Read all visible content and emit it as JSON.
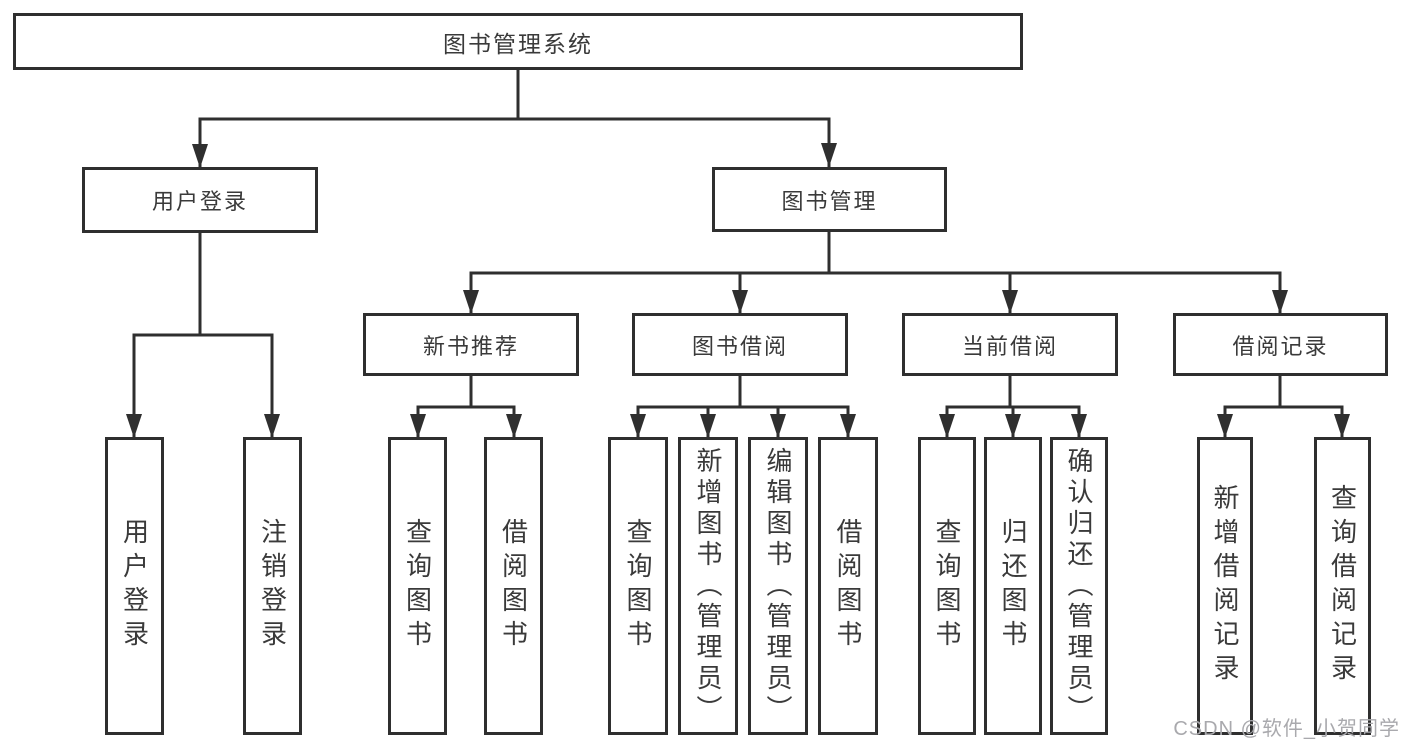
{
  "tree": {
    "root": "图书管理系统",
    "children": [
      {
        "label": "用户登录",
        "children": [
          {
            "label": "用户登录"
          },
          {
            "label": "注销登录"
          }
        ]
      },
      {
        "label": "图书管理",
        "children": [
          {
            "label": "新书推荐",
            "children": [
              {
                "label": "查询图书"
              },
              {
                "label": "借阅图书"
              }
            ]
          },
          {
            "label": "图书借阅",
            "children": [
              {
                "label": "查询图书"
              },
              {
                "label": "新增图书（管理员）"
              },
              {
                "label": "编辑图书（管理员）"
              },
              {
                "label": "借阅图书"
              }
            ]
          },
          {
            "label": "当前借阅",
            "children": [
              {
                "label": "查询图书"
              },
              {
                "label": "归还图书"
              },
              {
                "label": "确认归还（管理员）"
              }
            ]
          },
          {
            "label": "借阅记录",
            "children": [
              {
                "label": "新增借阅记录"
              },
              {
                "label": "查询借阅记录"
              }
            ]
          }
        ]
      }
    ]
  },
  "watermark": "CSDN @软件_小贺同学",
  "colors": {
    "line": "#2f2f2f",
    "text": "#3a3a3a",
    "watermark": "#a9a9ad",
    "background": "#ffffff"
  }
}
